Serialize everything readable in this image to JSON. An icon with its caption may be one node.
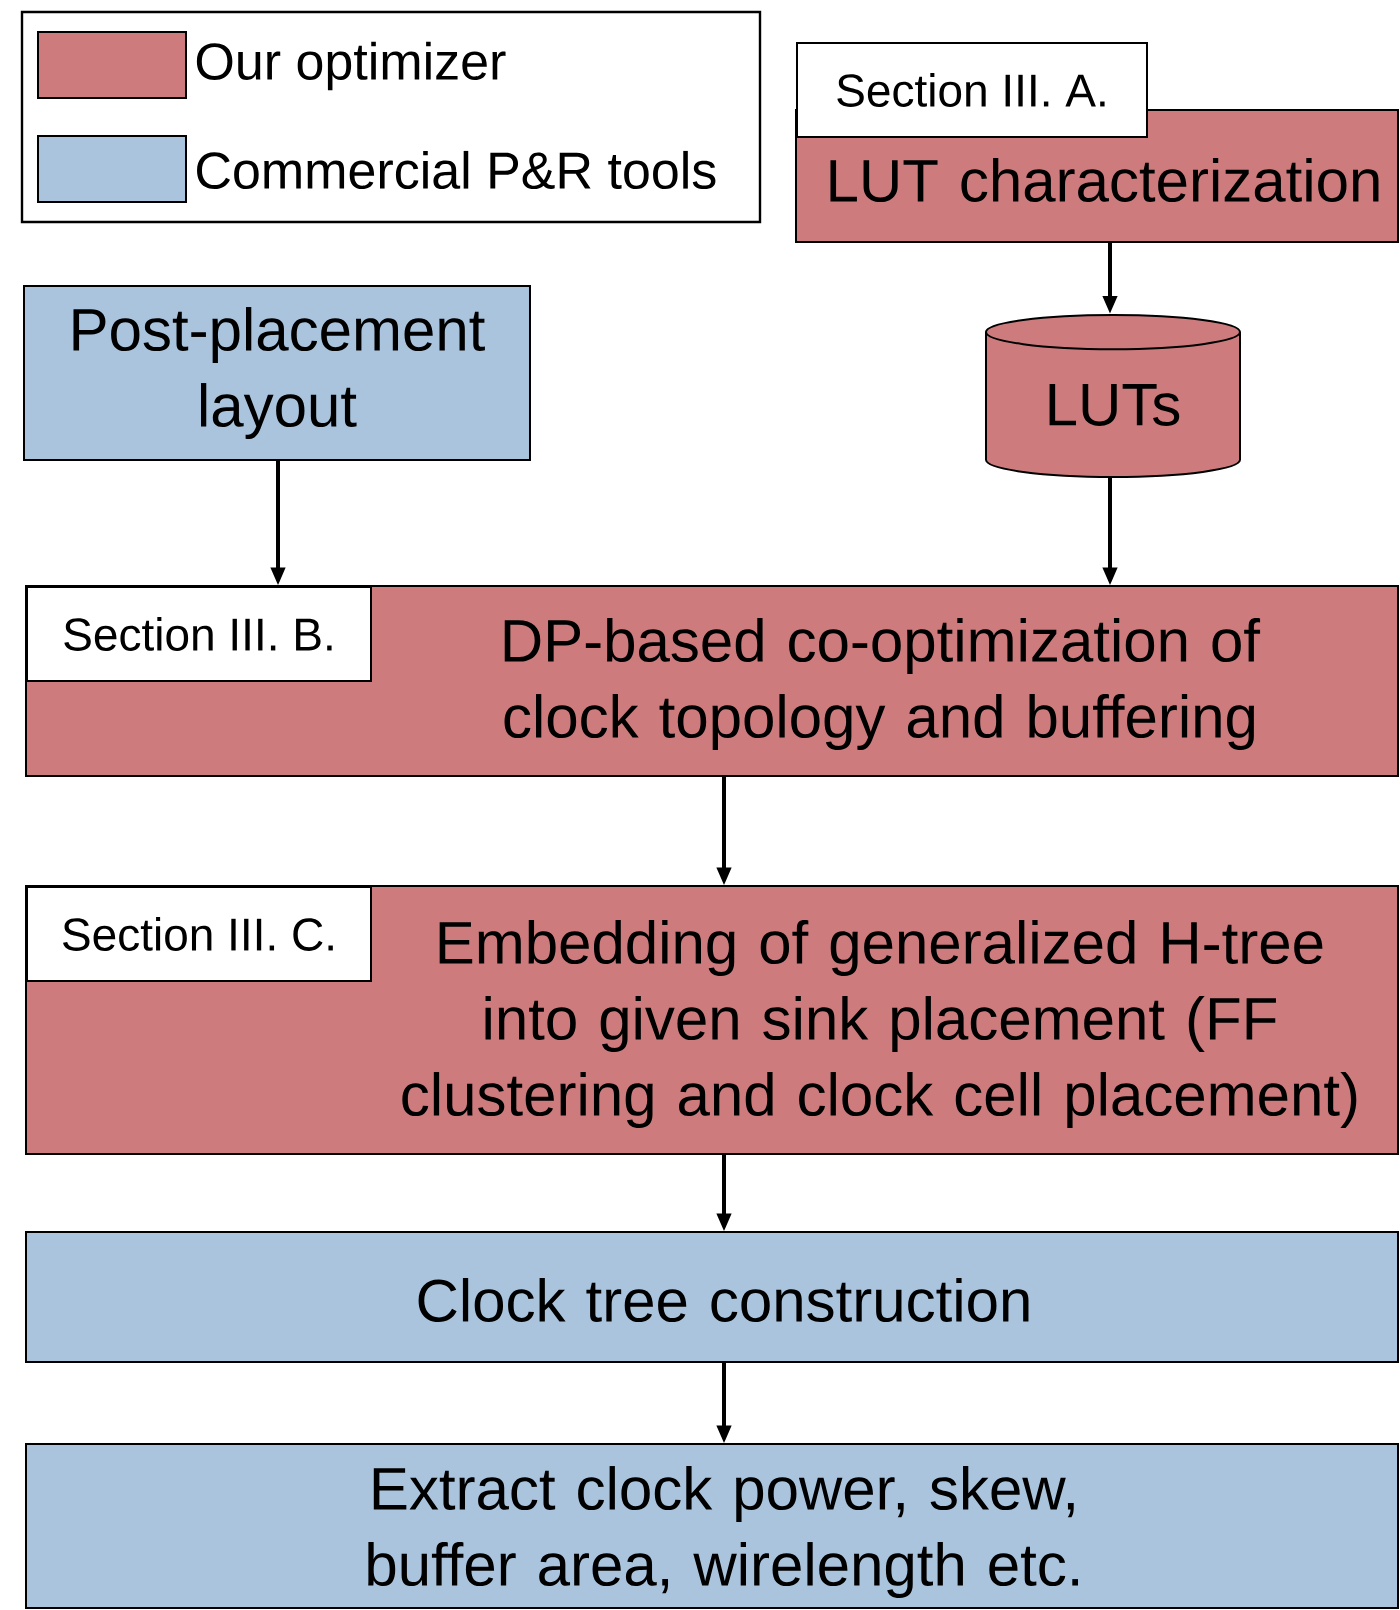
{
  "diagram": {
    "nodes": [
      {
        "text": [
          "Section III. A.",
          "LUT characterization"
        ]
      },
      {
        "text": [
          "Post-placement layout"
        ]
      },
      {
        "text": [
          "LUTs"
        ]
      },
      {
        "text": [
          "Section III. B.",
          "DP-based co-optimization of clock topology and buffering"
        ]
      },
      {
        "text": [
          "Section III. C.",
          "Embedding of generalized H-tree into given sink placement (FF clustering and clock cell placement)"
        ]
      },
      {
        "text": [
          "Clock tree construction"
        ]
      },
      {
        "text": [
          "Extract clock power, skew, buffer area, wirelength etc."
        ]
      }
    ],
    "edges": [
      {
        "from": 0,
        "to": 2,
        "arrow": "to"
      },
      {
        "from": 1,
        "to": 3,
        "arrow": "to"
      },
      {
        "from": 2,
        "to": 3,
        "arrow": "to"
      },
      {
        "from": 3,
        "to": 4,
        "arrow": "to"
      },
      {
        "from": 4,
        "to": 5,
        "arrow": "to"
      },
      {
        "from": 5,
        "to": 6,
        "arrow": "to"
      }
    ],
    "legend": [
      {
        "text": "Our optimizer",
        "color": "#cd7b7d"
      },
      {
        "text": "Commercial P&R tools",
        "color": "#a9c4dc"
      }
    ]
  }
}
